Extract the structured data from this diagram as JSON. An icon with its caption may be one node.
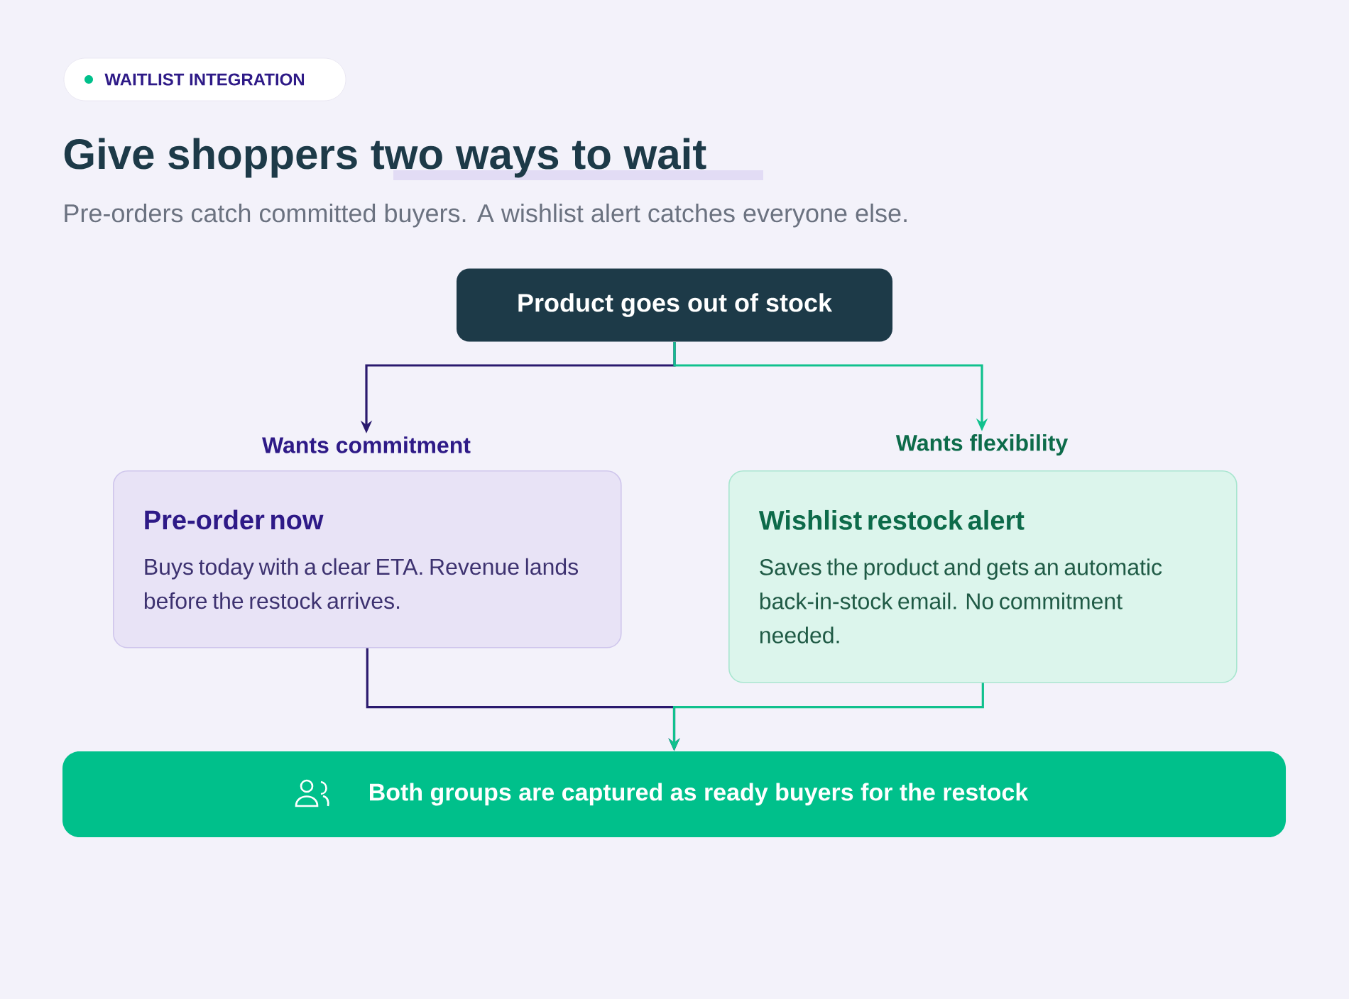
{
  "diagram": {
    "title": "Give shoppers two ways to wait",
    "nodes": [
      {
        "text": [
          "Product goes out of stock"
        ]
      },
      {
        "text": [
          "Wants commitment",
          "Pre-order now",
          "Buys today with a clear ETA. Revenue lands before the restock arrives."
        ]
      },
      {
        "text": [
          "Wants flexibility",
          "Wishlist restock alert",
          "Saves the product and gets an automatic back-in-stock email. No commitment needed."
        ]
      },
      {
        "text": [
          "Both groups are captured as ready buyers for the restock"
        ]
      }
    ],
    "edges": [
      {
        "from": 0,
        "to": 1,
        "arrow": "to",
        "color": "#2a1a6e"
      },
      {
        "from": 0,
        "to": 2,
        "arrow": "to",
        "color": "#10c18d"
      },
      {
        "from": 1,
        "to": 3,
        "arrow": "to",
        "color": "#2a1a6e"
      },
      {
        "from": 2,
        "to": 3,
        "arrow": "to",
        "color": "#10c18d"
      }
    ],
    "labels": [
      "WAITLIST INTEGRATION",
      "Pre-orders catch committed buyers. A wishlist alert catches everyone else."
    ]
  }
}
